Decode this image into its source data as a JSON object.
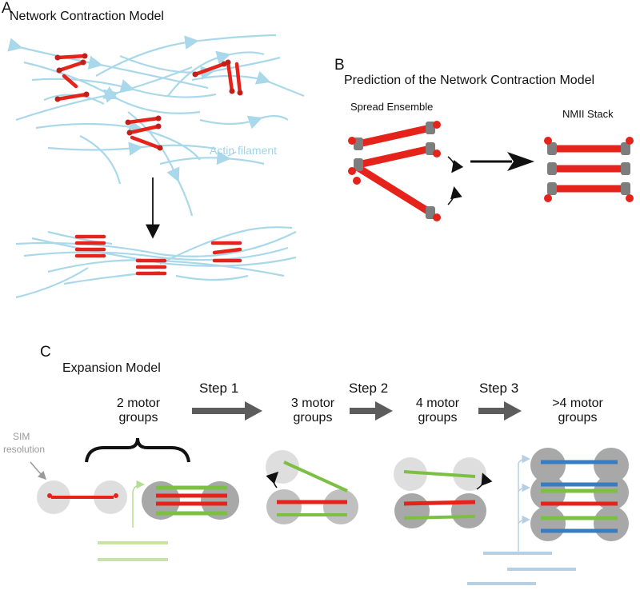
{
  "panelA": {
    "letter": "A",
    "title": "Network Contraction Model",
    "actin_label": "Actin filament"
  },
  "panelB": {
    "letter": "B",
    "title": "Prediction of the Network Contraction Model",
    "left_label": "Spread Ensemble",
    "right_label": "NMII Stack"
  },
  "panelC": {
    "letter": "C",
    "title": "Expansion Model",
    "sim_line1": "SIM",
    "sim_line2": "resolution",
    "steps": [
      "Step 1",
      "Step 2",
      "Step 3"
    ],
    "groups": [
      {
        "line1": "2 motor",
        "line2": "groups"
      },
      {
        "line1": "3 motor",
        "line2": "groups"
      },
      {
        "line1": "4 motor",
        "line2": "groups"
      },
      {
        "line1": ">4 motor",
        "line2": "groups"
      }
    ]
  },
  "colors": {
    "actin": "#a9d8ea",
    "myosin_red": "#e5231b",
    "myosin_green": "#7cc043",
    "myosin_blue": "#3a7cc0",
    "pale_green": "#c8e3a8",
    "pale_blue": "#b6cfe3",
    "head_grey": "#7d7d7d",
    "circle_light": "#dedede",
    "circle_dark": "#a8a8a8",
    "arrow_grey": "#5c5c5c"
  }
}
